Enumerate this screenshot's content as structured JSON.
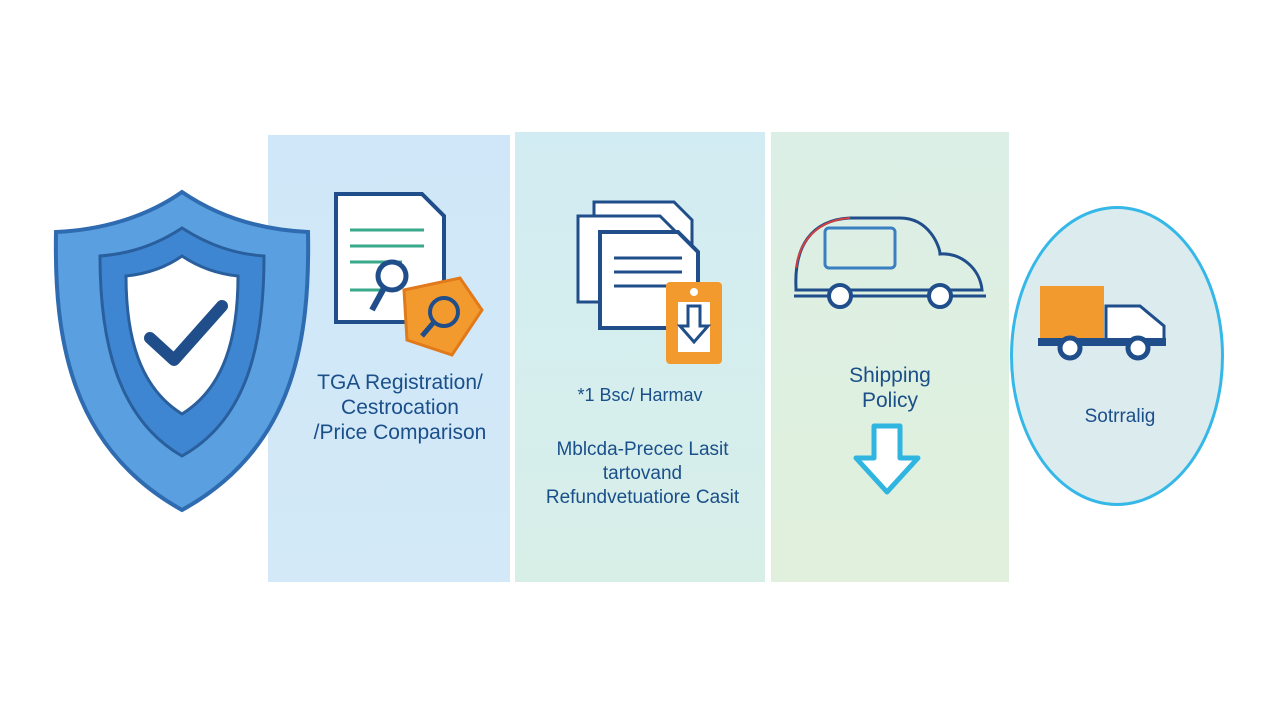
{
  "panels": [
    {
      "lines": [
        "TGA Registration/",
        "Cestrocation",
        "/Price Comparison"
      ]
    },
    {
      "heading": "*1 Bsc/ Harmav",
      "lines": [
        "Mblcda-Precec Lasit",
        "tartovand",
        "Refundvetuatiore Casit"
      ]
    },
    {
      "lines": [
        "Shipping",
        "Policy"
      ]
    }
  ],
  "circle": {
    "label": "Sotrralig"
  },
  "colors": {
    "accent": "#1a4f8a",
    "orange": "#f39a2f",
    "cyan": "#35b8e8",
    "shield": "#4a90d9"
  }
}
